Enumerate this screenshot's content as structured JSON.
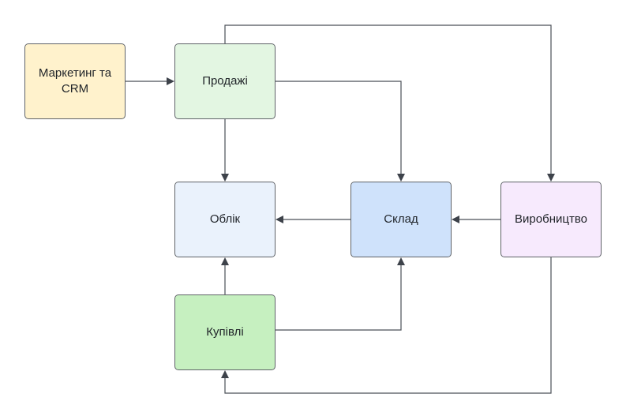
{
  "nodes": {
    "marketing": {
      "label": "Маркетинг та\nCRM",
      "color": "#fff2cc"
    },
    "sales": {
      "label": "Продажі",
      "color": "#e3f6e2"
    },
    "accounting": {
      "label": "Облік",
      "color": "#eaf2fc"
    },
    "warehouse": {
      "label": "Склад",
      "color": "#cfe2fb"
    },
    "production": {
      "label": "Виробництво",
      "color": "#f7eafd"
    },
    "purchases": {
      "label": "Купівлі",
      "color": "#c6f0c0"
    }
  },
  "edges": [
    {
      "from": "marketing",
      "to": "sales"
    },
    {
      "from": "sales",
      "to": "accounting"
    },
    {
      "from": "sales",
      "to": "warehouse"
    },
    {
      "from": "sales",
      "to": "production"
    },
    {
      "from": "warehouse",
      "to": "accounting"
    },
    {
      "from": "production",
      "to": "warehouse"
    },
    {
      "from": "purchases",
      "to": "accounting"
    },
    {
      "from": "purchases",
      "to": "warehouse"
    },
    {
      "from": "production",
      "to": "purchases"
    }
  ],
  "colors": {
    "border": "#5f6368",
    "connector": "#4a4f57"
  }
}
